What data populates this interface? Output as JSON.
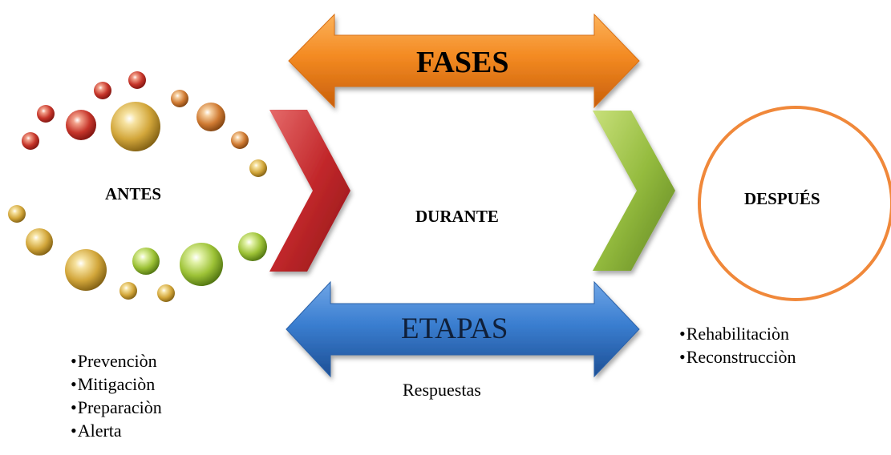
{
  "arrows": {
    "top": {
      "label": "FASES",
      "color": "#f07d1a"
    },
    "bottom": {
      "label": "ETAPAS",
      "color": "#2e6fc0"
    }
  },
  "phases": {
    "before": {
      "label": "ANTES",
      "items": [
        "Prevenciòn",
        "Mitigaciòn",
        "Preparaciòn",
        "Alerta"
      ]
    },
    "during": {
      "label": "DURANTE",
      "note": "Respuestas"
    },
    "after": {
      "label": "DESPUÉS",
      "items": [
        "Rehabilitaciòn",
        "Reconstrucciòn"
      ],
      "ring_color": "#f0883a"
    }
  },
  "chevrons": {
    "left_color": "#c0282b",
    "right_color": "#8cb43a"
  },
  "bullet_symbol": "•"
}
